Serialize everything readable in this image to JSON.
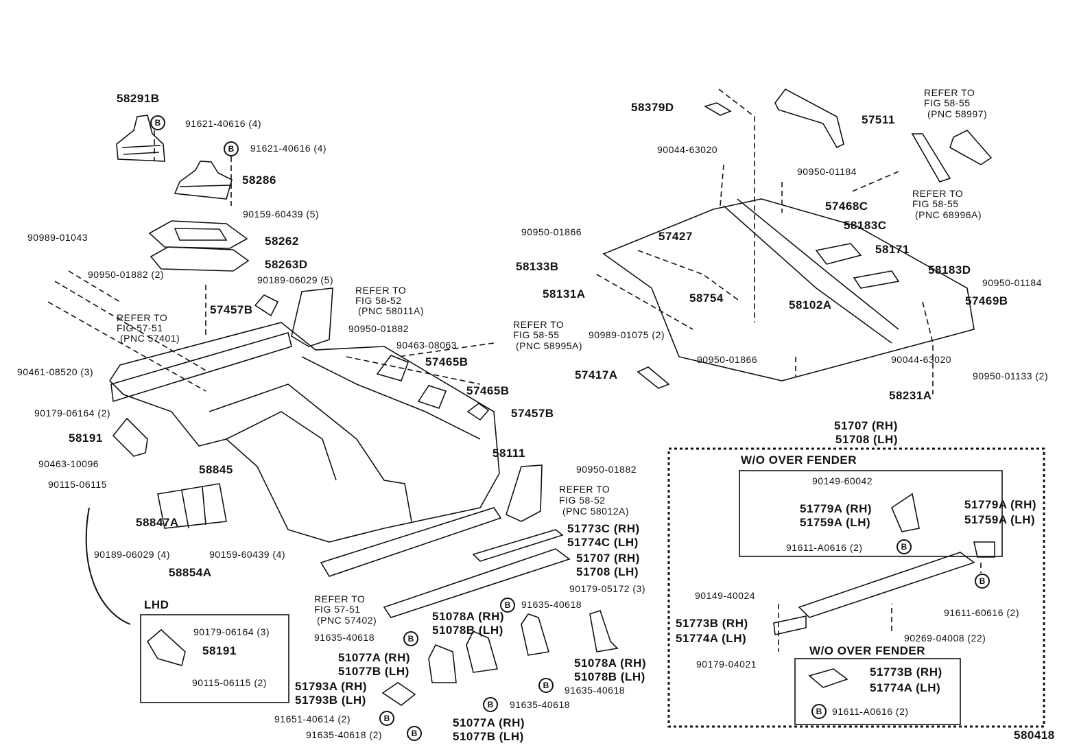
{
  "diagram_id": "580418",
  "bolt_marker": "B",
  "labels": [
    "58291B",
    "91621-40616 (4)",
    "91621-40616 (4)",
    "58286",
    "90159-60439 (5)",
    "90989-01043",
    "58262",
    "58263D",
    "90950-01882 (2)",
    "90189-06029 (5)",
    "REFER TO",
    "FIG 57-51",
    "(PNC 57401)",
    "57457B",
    "REFER TO",
    "FIG 58-52",
    "(PNC 58011A)",
    "90950-01882",
    "REFER TO",
    "FIG 58-55",
    "(PNC 58995A)",
    "90463-08063",
    "57465B",
    "90461-08520 (3)",
    "57465B",
    "57457B",
    "90179-06164 (2)",
    "58191",
    "58111",
    "90463-10096",
    "58845",
    "90950-01882",
    "90115-06115",
    "REFER TO",
    "FIG 58-52",
    "(PNC 58012A)",
    "58847A",
    "51773C (RH)",
    "51774C (LH)",
    "90189-06029 (4)",
    "90159-60439 (4)",
    "51707 (RH)",
    "51708 (LH)",
    "58854A",
    "90179-05172 (3)",
    "REFER TO",
    "FIG 57-51",
    "(PNC 57402)",
    "91635-40618",
    "LHD",
    "51078A (RH)",
    "51078B (LH)",
    "90179-06164 (3)",
    "58191",
    "91635-40618",
    "51077A (RH)",
    "51077B (LH)",
    "51078A (RH)",
    "51078B (LH)",
    "90115-06115 (2)",
    "51793A (RH)",
    "51793B (LH)",
    "91635-40618",
    "91635-40618",
    "91651-40614 (2)",
    "51077A (RH)",
    "51077B (LH)",
    "91635-40618 (2)",
    "58379D",
    "57511",
    "REFER TO",
    "FIG 58-55",
    "(PNC 58997)",
    "90044-63020",
    "90950-01184",
    "REFER TO",
    "FIG 58-55",
    "(PNC 68996A)",
    "57468C",
    "58183C",
    "90950-01866",
    "57427",
    "58171",
    "58133B",
    "58183D",
    "90950-01184",
    "58131A",
    "58754",
    "57469B",
    "58102A",
    "90989-01075 (2)",
    "90950-01866",
    "90044-63020",
    "57417A",
    "90950-01133 (2)",
    "58231A",
    "51707 (RH)",
    "51708 (LH)",
    "W/O OVER FENDER",
    "90149-60042",
    "51779A (RH)",
    "51759A (LH)",
    "51779A (RH)",
    "51759A (LH)",
    "91611-A0616 (2)",
    "90149-40024",
    "91611-60616 (2)",
    "51773B (RH)",
    "51774A (LH)",
    "90269-04008 (22)",
    "W/O OVER FENDER",
    "90179-04021",
    "51773B (RH)",
    "51774A (LH)",
    "91611-A0616 (2)",
    "580418"
  ]
}
